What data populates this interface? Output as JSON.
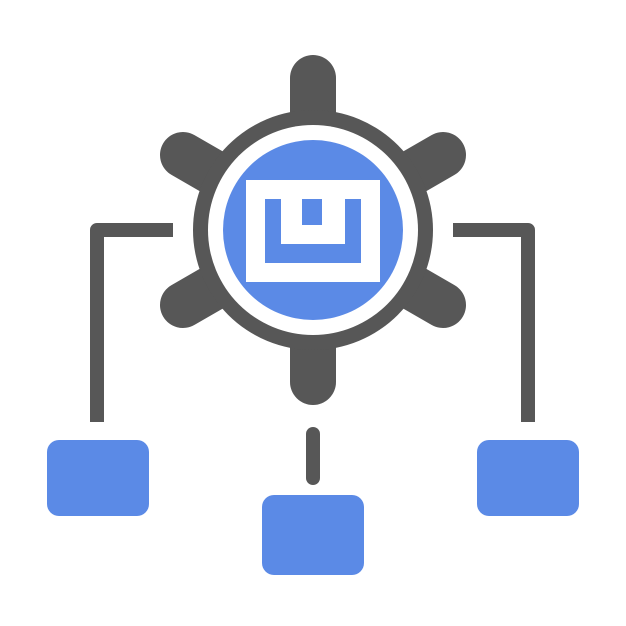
{
  "icon": {
    "name": "workflow-settings-icon",
    "colors": {
      "dark": "#575757",
      "accent": "#5b8ae6",
      "background": "#ffffff"
    },
    "parts": {
      "gear": "gear-icon",
      "center_symbol": "u-frame-symbol",
      "connectors": "connector-lines",
      "nodes": [
        "node-left",
        "node-center",
        "node-right"
      ]
    }
  }
}
